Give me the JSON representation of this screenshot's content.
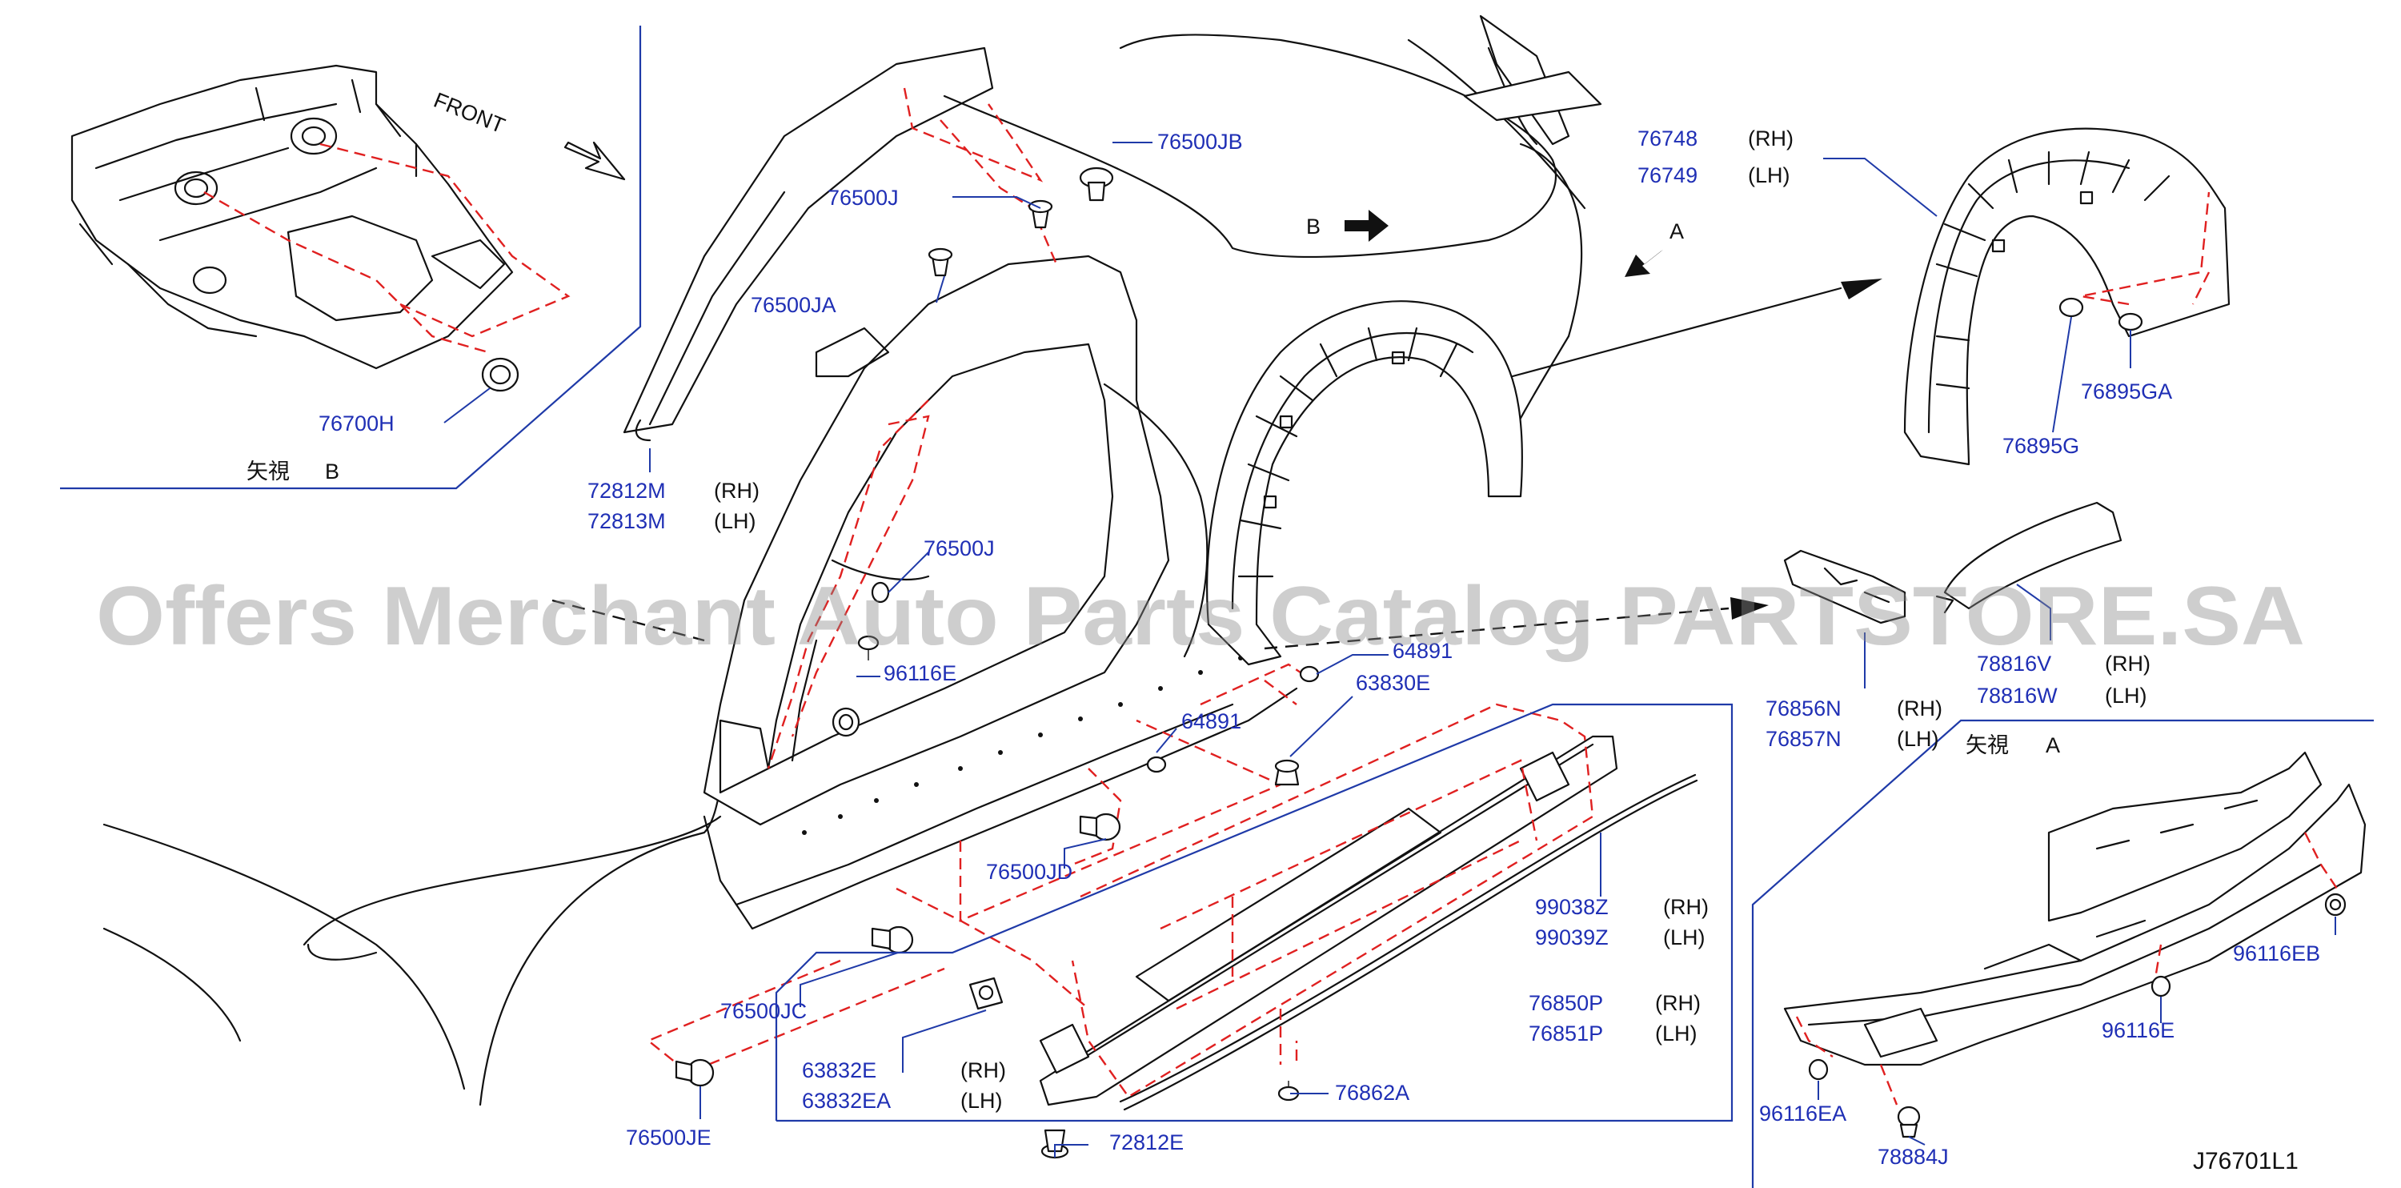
{
  "inset_b": {
    "front_label": "FRONT",
    "view_label": "矢視",
    "view_letter": "B",
    "part": "76700H"
  },
  "inset_a": {
    "view_label": "矢視",
    "view_letter": "A"
  },
  "arrows": {
    "b": "B",
    "a": "A"
  },
  "labels": {
    "p76500JB": "76500JB",
    "p76500J_top": "76500J",
    "p76500JA": "76500JA",
    "p72812M": "72812M",
    "p72813M": "72813M",
    "p76500J_mid": "76500J",
    "p96116E_mid": "96116E",
    "p64891_a": "64891",
    "p64891_b": "64891",
    "p63830E": "63830E",
    "p76500JD": "76500JD",
    "p76500JC": "76500JC",
    "p76500JE": "76500JE",
    "p63832E": "63832E",
    "p63832EA": "63832EA",
    "p72812E": "72812E",
    "p76862A": "76862A",
    "p99038Z": "99038Z",
    "p99039Z": "99039Z",
    "p76850P": "76850P",
    "p76851P": "76851P",
    "p76748": "76748",
    "p76749": "76749",
    "p76895GA": "76895GA",
    "p76895G": "76895G",
    "p78816V": "78816V",
    "p78816W": "78816W",
    "p76856N": "76856N",
    "p76857N": "76857N",
    "p96116EB": "96116EB",
    "p96116E_right": "96116E",
    "p96116EA": "96116EA",
    "p78884J": "78884J",
    "p76700H": "76700H"
  },
  "sides": {
    "rh": "(RH)",
    "lh": "(LH)"
  },
  "watermark": "Offers Merchant Auto Parts Catalog PARTSTORE.SA",
  "diagram_code": "J76701L1"
}
